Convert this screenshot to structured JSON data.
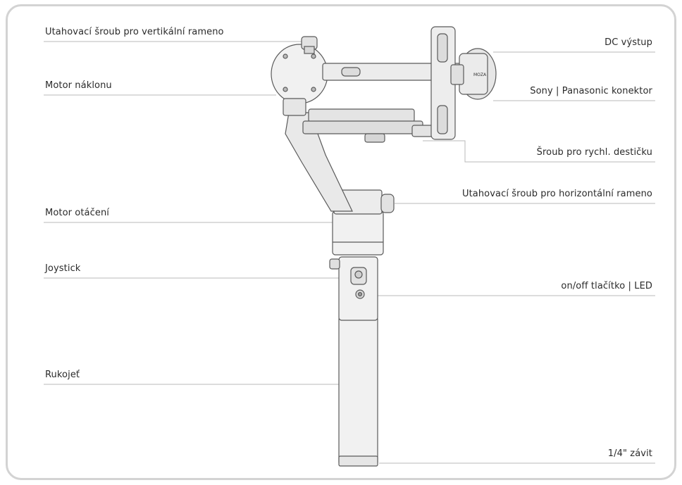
{
  "labels_left": [
    {
      "id": "vertical-arm-screw",
      "text": "Utahovací šroub pro vertikální rameno"
    },
    {
      "id": "tilt-motor",
      "text": "Motor náklonu"
    },
    {
      "id": "pan-motor",
      "text": "Motor otáčení"
    },
    {
      "id": "joystick",
      "text": "Joystick"
    },
    {
      "id": "handle",
      "text": "Rukojeť"
    }
  ],
  "labels_right": [
    {
      "id": "dc-output",
      "text": "DC výstup"
    },
    {
      "id": "sony-panasonic-connector",
      "text": "Sony | Panasonic konektor"
    },
    {
      "id": "quick-plate-screw",
      "text": "Šroub pro rychl. destičku"
    },
    {
      "id": "horizontal-arm-screw",
      "text": "Utahovací šroub pro horizontální rameno"
    },
    {
      "id": "power-button-led",
      "text": "on/off tlačítko | LED"
    },
    {
      "id": "quarter-inch-thread",
      "text": "1/4\" závit"
    }
  ],
  "device_badge": "MOZA",
  "colors": {
    "frame": "#d3d3d3",
    "line": "#b8b8b8",
    "device_fill": "#f1f1f1",
    "device_stroke": "#5a5a5a"
  }
}
